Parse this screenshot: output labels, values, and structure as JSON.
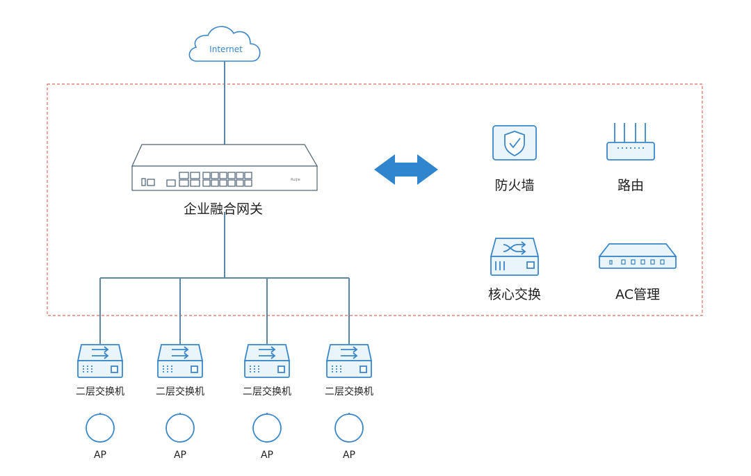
{
  "diagram": {
    "internet_label": "Internet",
    "gateway_label": "企业融合网关",
    "gateway_brand": "Ruijie",
    "features": {
      "firewall": "防火墙",
      "router": "路由",
      "core_switch": "核心交换",
      "ac_management": "AC管理"
    },
    "access": [
      {
        "switch_label": "二层交换机",
        "ap_label": "AP"
      },
      {
        "switch_label": "二层交换机",
        "ap_label": "AP"
      },
      {
        "switch_label": "二层交换机",
        "ap_label": "AP"
      },
      {
        "switch_label": "二层交换机",
        "ap_label": "AP"
      }
    ]
  },
  "colors": {
    "line": "#5b86a8",
    "icon_stroke": "#3a86c8",
    "icon_fill": "#eaf4fb",
    "arrow": "#2f86cf",
    "boundary": "#e06b5a"
  }
}
